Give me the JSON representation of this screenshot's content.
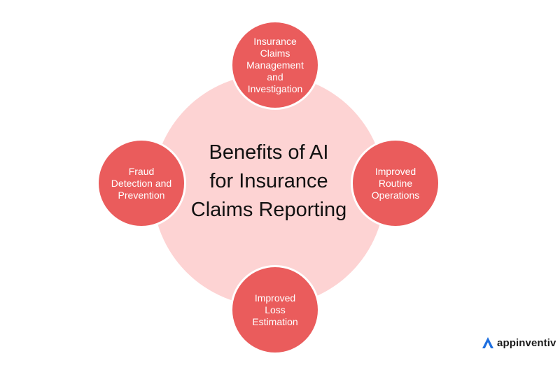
{
  "title": "Benefits of AI\nfor Insurance\nClaims Reporting",
  "nodes": {
    "top": "Insurance\nClaims\nManagement\nand\nInvestigation",
    "left": "Fraud\nDetection and\nPrevention",
    "right": "Improved\nRoutine\nOperations",
    "bottom": "Improved\nLoss\nEstimation"
  },
  "logo": {
    "text": "appinventiv",
    "icon": "appinventiv-logo-icon"
  },
  "colors": {
    "node_fill": "#ea5c5c",
    "center_fill": "#fdd3d3",
    "node_text": "#ffffff",
    "title_text": "#111111",
    "logo_accent": "#1e6fe0"
  }
}
